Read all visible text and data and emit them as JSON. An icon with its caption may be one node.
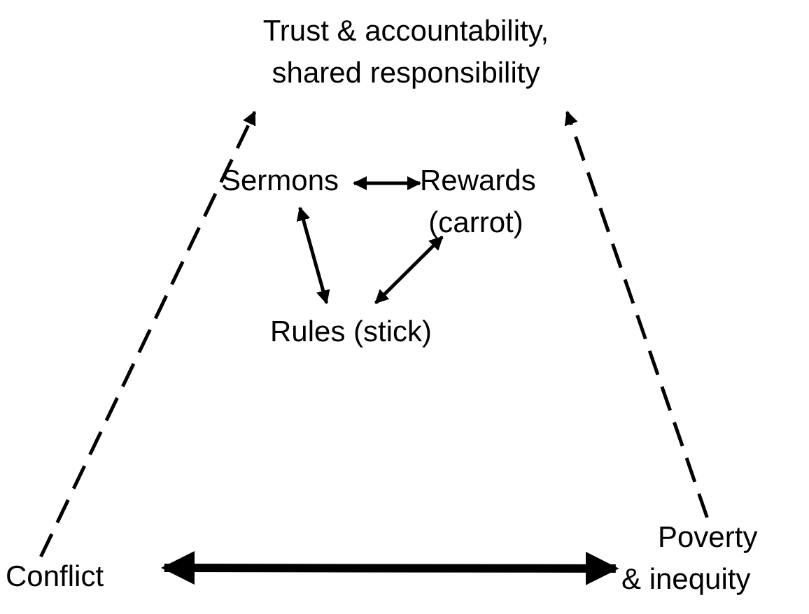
{
  "diagram": {
    "nodes": [
      {
        "text": [
          "Trust & accountability, shared responsibility"
        ]
      },
      {
        "text": [
          "Sermons"
        ]
      },
      {
        "text": [
          "Rewards (carrot)"
        ]
      },
      {
        "text": [
          "Rules (stick)"
        ]
      },
      {
        "text": [
          "Conflict"
        ]
      },
      {
        "text": [
          "Poverty & inequity"
        ]
      }
    ],
    "edges": [
      {
        "from": 4,
        "to": 0,
        "arrow": "to",
        "style": "dashed"
      },
      {
        "from": 5,
        "to": 0,
        "arrow": "to",
        "style": "dashed"
      },
      {
        "from": 1,
        "to": 2,
        "arrow": "both"
      },
      {
        "from": 1,
        "to": 3,
        "arrow": "both"
      },
      {
        "from": 3,
        "to": 2,
        "arrow": "both"
      },
      {
        "from": 4,
        "to": 5,
        "arrow": "both",
        "style": "thick"
      }
    ]
  }
}
